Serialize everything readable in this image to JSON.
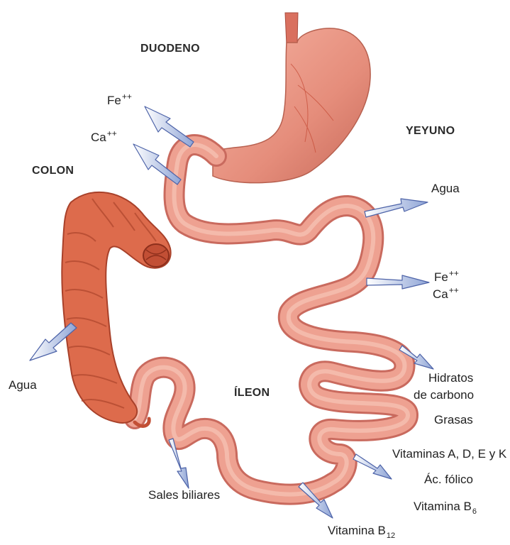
{
  "regions": {
    "duodeno": "DUODENO",
    "yeyuno": "YEYUNO",
    "colon": "COLON",
    "ileon": "ÍLEON"
  },
  "labels": {
    "fe_duodeno": "Fe",
    "fe_duodeno_sup": "++",
    "ca_duodeno": "Ca",
    "ca_duodeno_sup": "++",
    "agua_yeyuno": "Agua",
    "fe_yeyuno": "Fe",
    "fe_yeyuno_sup": "++",
    "ca_yeyuno": "Ca",
    "ca_yeyuno_sup": "++",
    "hidratos_1": "Hidratos",
    "hidratos_2": "de carbono",
    "grasas": "Grasas",
    "vitaminas": "Vitaminas A, D, E y K",
    "ac_folico": "Ác. fólico",
    "vitamina_b6": "Vitamina B",
    "vitamina_b6_sub": "6",
    "vitamina_b12": "Vitamina B",
    "vitamina_b12_sub": "12",
    "sales_biliares": "Sales biliares",
    "agua_colon": "Agua"
  },
  "colors": {
    "intestine": "#e8968a",
    "intestine_dark": "#c96a5e",
    "stomach": "#ec9a88",
    "colon": "#dd6b4c",
    "colon_dark": "#b84a30",
    "arrow_fill": "#9aaedb",
    "arrow_stroke": "#4d63a8"
  }
}
